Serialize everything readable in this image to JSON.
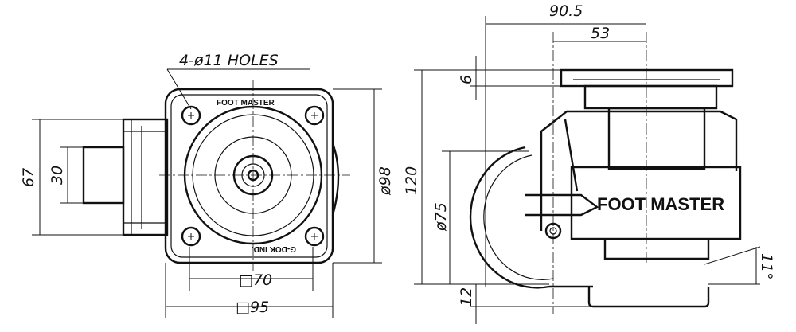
{
  "left_view": {
    "holes_note": "4-ø11 HOLES",
    "plate_text_top": "FOOT MASTER",
    "plate_text_bottom": "G-DOK IND.",
    "dim_square_70": "□70",
    "dim_square_95": "□95",
    "dim_dia_98": "ø98",
    "dim_67": "67",
    "dim_30": "30"
  },
  "side_view": {
    "brand_text": "FOOT MASTER",
    "dim_90_5": "90.5",
    "dim_53": "53",
    "dim_6": "6",
    "dim_120": "120",
    "dim_dia_75": "ø75",
    "dim_12": "12",
    "dim_angle": "11°"
  }
}
